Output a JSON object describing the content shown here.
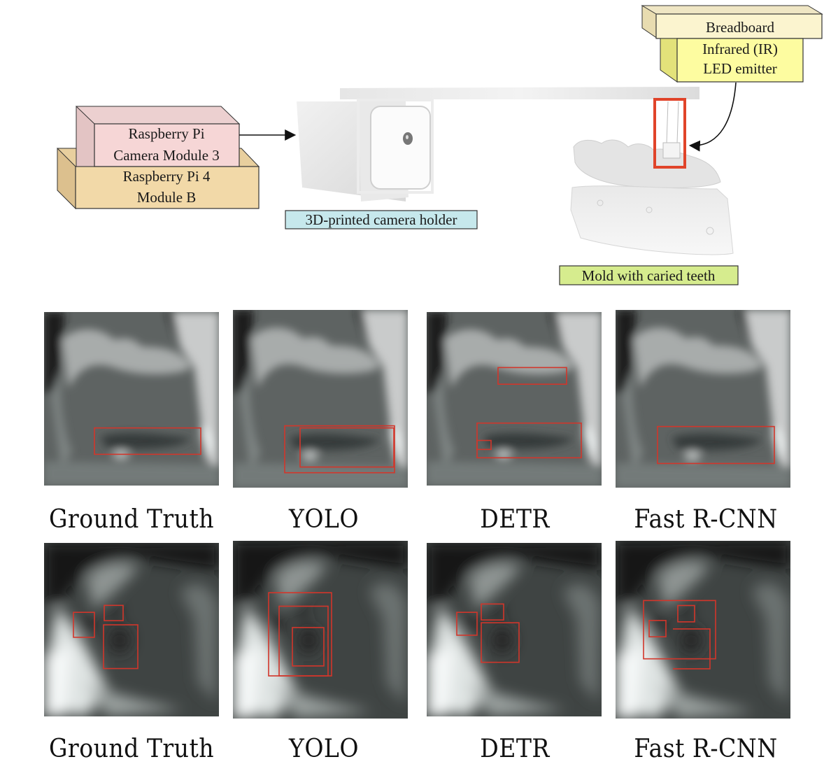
{
  "diagram": {
    "components": {
      "breadboard": "Breadboard",
      "ir_emitter_line1": "Infrared (IR)",
      "ir_emitter_line2": "LED emitter",
      "camera_module_line1": "Raspberry Pi",
      "camera_module_line2": "Camera Module 3",
      "pi4_line1": "Raspberry Pi 4",
      "pi4_line2": "Module B",
      "camera_holder_label": "3D-printed camera holder",
      "mold_label": "Mold with caried teeth"
    },
    "colors": {
      "breadboard": "#fbf4cf",
      "ir_emitter": "#fdfca0",
      "camera_module": "#f6d6d6",
      "pi4": "#f2d9a8",
      "camera_holder_label_bg": "#c6e8ec",
      "mold_label_bg": "#d6ec8e",
      "highlight": "#e0442a"
    }
  },
  "comparison": {
    "rows": [
      {
        "image": "tooth-occlusal-view",
        "columns": [
          {
            "method": "Ground Truth",
            "detections": 1
          },
          {
            "method": "YOLO",
            "detections": 2
          },
          {
            "method": "DETR",
            "detections": 3
          },
          {
            "method": "Fast R-CNN",
            "detections": 1
          }
        ]
      },
      {
        "image": "tooth-interproximal-view",
        "columns": [
          {
            "method": "Ground Truth",
            "detections": 3
          },
          {
            "method": "YOLO",
            "detections": 3
          },
          {
            "method": "DETR",
            "detections": 3
          },
          {
            "method": "Fast R-CNN",
            "detections": 4
          }
        ]
      }
    ],
    "box_color": "#d2362b"
  }
}
